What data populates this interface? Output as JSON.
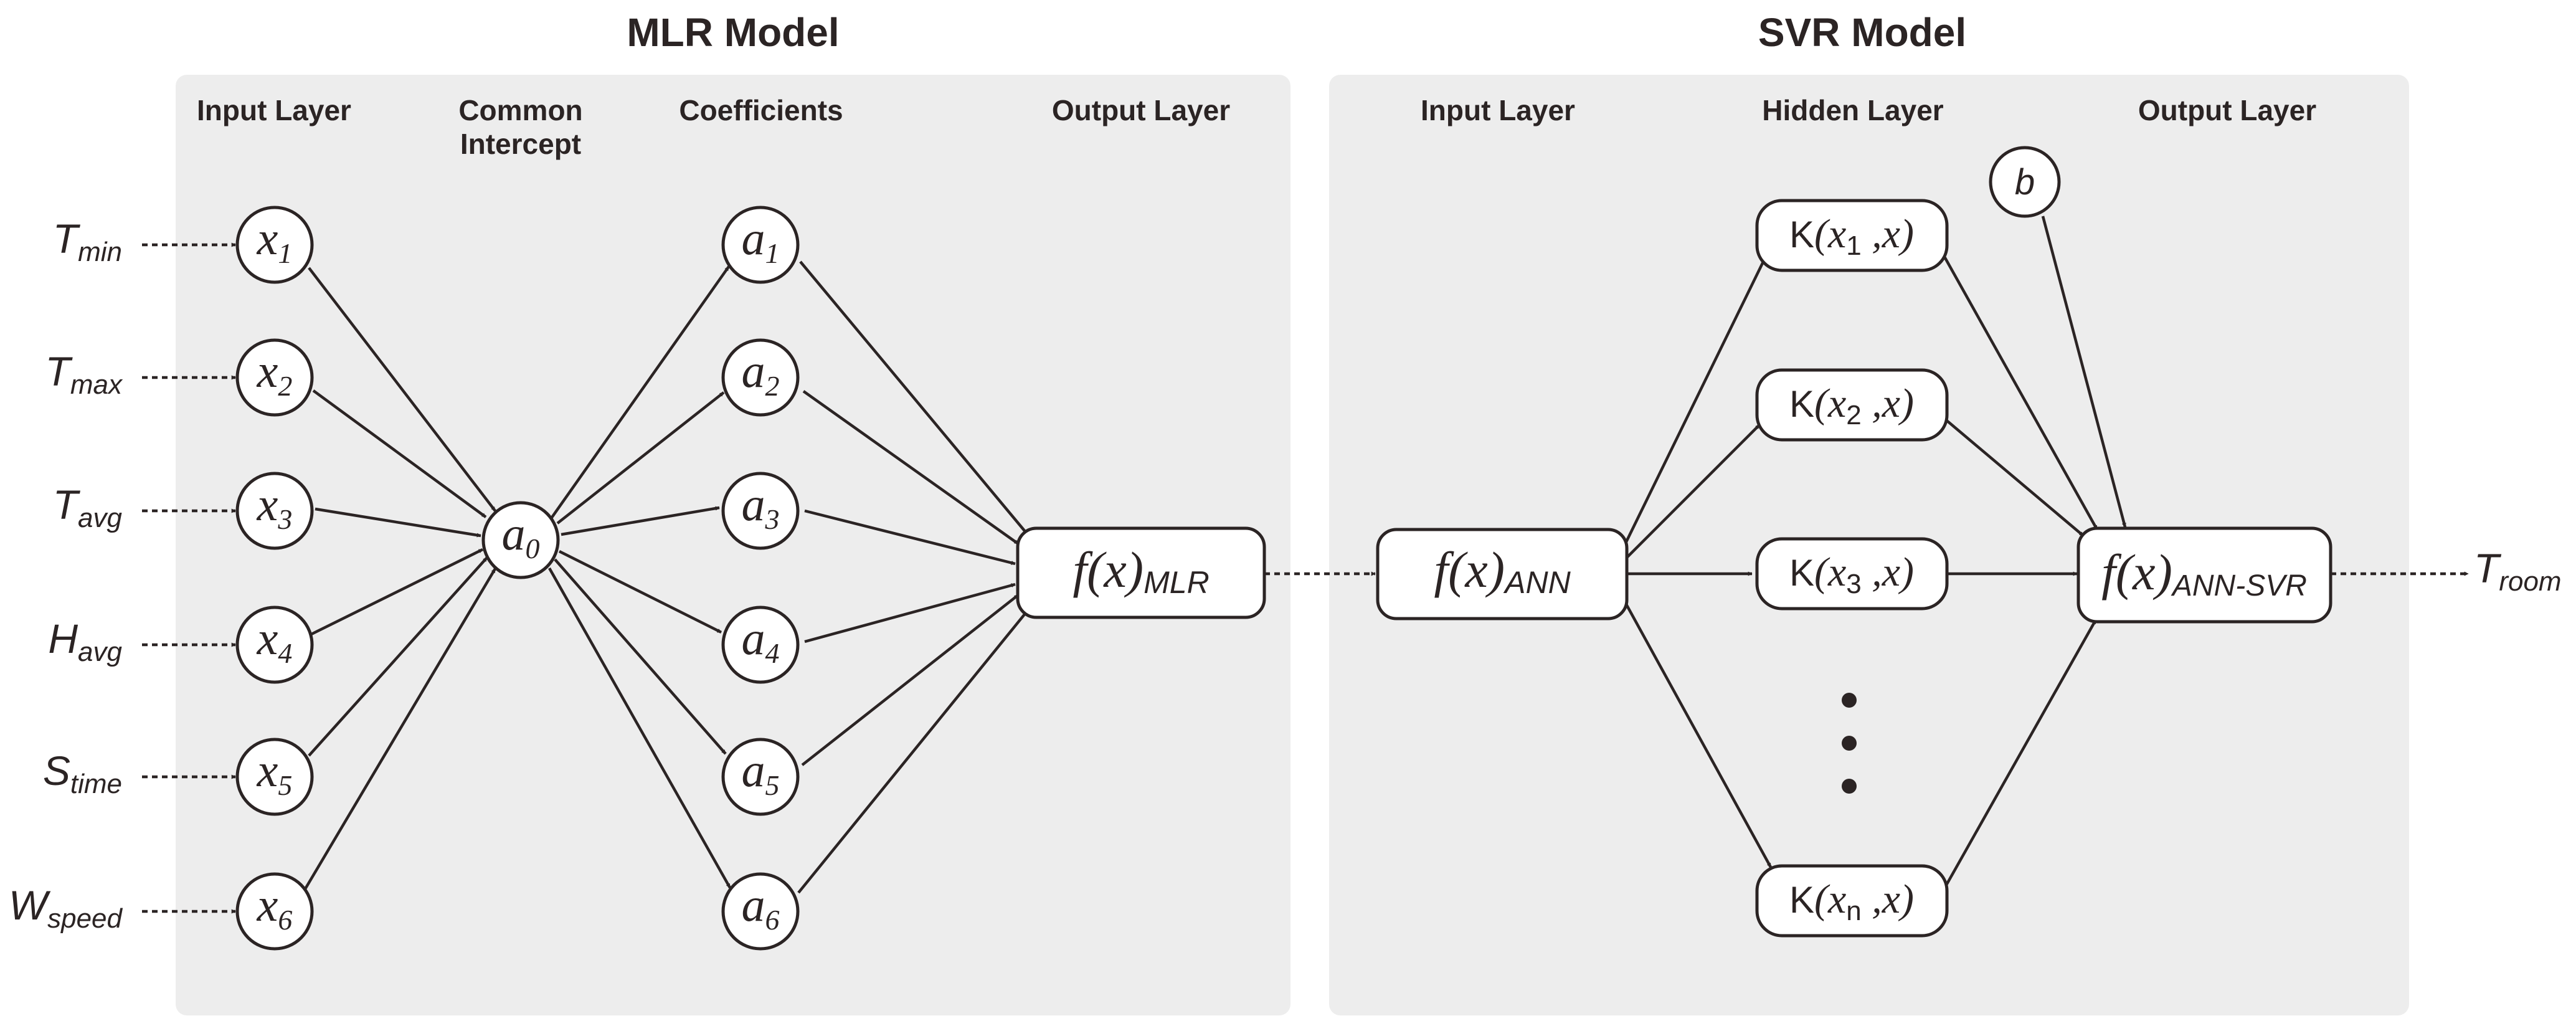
{
  "mlr": {
    "title": "MLR Model",
    "headers": [
      "Input Layer",
      "Common",
      "Intercept",
      "Coefficients",
      "Output Layer"
    ],
    "inputs": [
      {
        "sym": "T",
        "sub": "min"
      },
      {
        "sym": "T",
        "sub": "max"
      },
      {
        "sym": "T",
        "sub": "avg"
      },
      {
        "sym": "H",
        "sub": "avg"
      },
      {
        "sym": "S",
        "sub": "time"
      },
      {
        "sym": "W",
        "sub": "speed"
      }
    ],
    "x_nodes": [
      {
        "sym": "x",
        "sub": "1"
      },
      {
        "sym": "x",
        "sub": "2"
      },
      {
        "sym": "x",
        "sub": "3"
      },
      {
        "sym": "x",
        "sub": "4"
      },
      {
        "sym": "x",
        "sub": "5"
      },
      {
        "sym": "x",
        "sub": "6"
      }
    ],
    "intercept": {
      "sym": "a",
      "sub": "0"
    },
    "coef_nodes": [
      {
        "sym": "a",
        "sub": "1"
      },
      {
        "sym": "a",
        "sub": "2"
      },
      {
        "sym": "a",
        "sub": "3"
      },
      {
        "sym": "a",
        "sub": "4"
      },
      {
        "sym": "a",
        "sub": "5"
      },
      {
        "sym": "a",
        "sub": "6"
      }
    ],
    "output": {
      "main": "f(x)",
      "sub": "MLR"
    }
  },
  "svr": {
    "title": "SVR Model",
    "headers": [
      "Input Layer",
      "Hidden Layer",
      "Output Layer"
    ],
    "input": {
      "main": "f(x)",
      "sub": "ANN"
    },
    "kernels": [
      {
        "k": "K",
        "open": "(x",
        "sub": "1",
        "close": " ,x)"
      },
      {
        "k": "K",
        "open": "(x",
        "sub": "2",
        "close": " ,x)"
      },
      {
        "k": "K",
        "open": "(x",
        "sub": "3",
        "close": " ,x)"
      },
      {
        "k": "K",
        "open": "(x",
        "sub": "n",
        "close": " ,x)"
      }
    ],
    "bias": "b",
    "output": {
      "main": "f(x)",
      "sub": "ANN-SVR"
    },
    "result": {
      "sym": "T",
      "sub": "room"
    }
  }
}
